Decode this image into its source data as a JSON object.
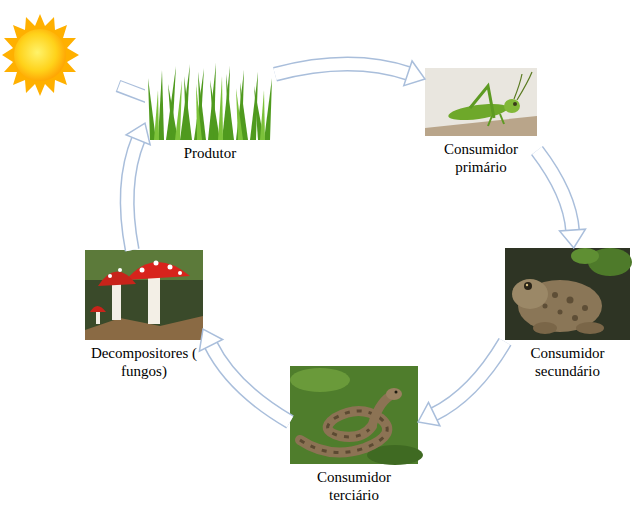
{
  "diagram": {
    "nodes": [
      {
        "text": [
          "Produtor"
        ]
      },
      {
        "text": [
          "Consumidor primário"
        ]
      },
      {
        "text": [
          "Consumidor secundário"
        ]
      },
      {
        "text": [
          "Consumidor terciário"
        ]
      },
      {
        "text": [
          "Decompositores ( fungos)"
        ]
      }
    ],
    "edges": [
      {
        "from": 0,
        "to": 1,
        "arrow": "to"
      },
      {
        "from": 1,
        "to": 2,
        "arrow": "to"
      },
      {
        "from": 2,
        "to": 3,
        "arrow": "to"
      },
      {
        "from": 3,
        "to": 4,
        "arrow": "to"
      },
      {
        "from": 4,
        "to": 0,
        "arrow": "to"
      }
    ]
  }
}
